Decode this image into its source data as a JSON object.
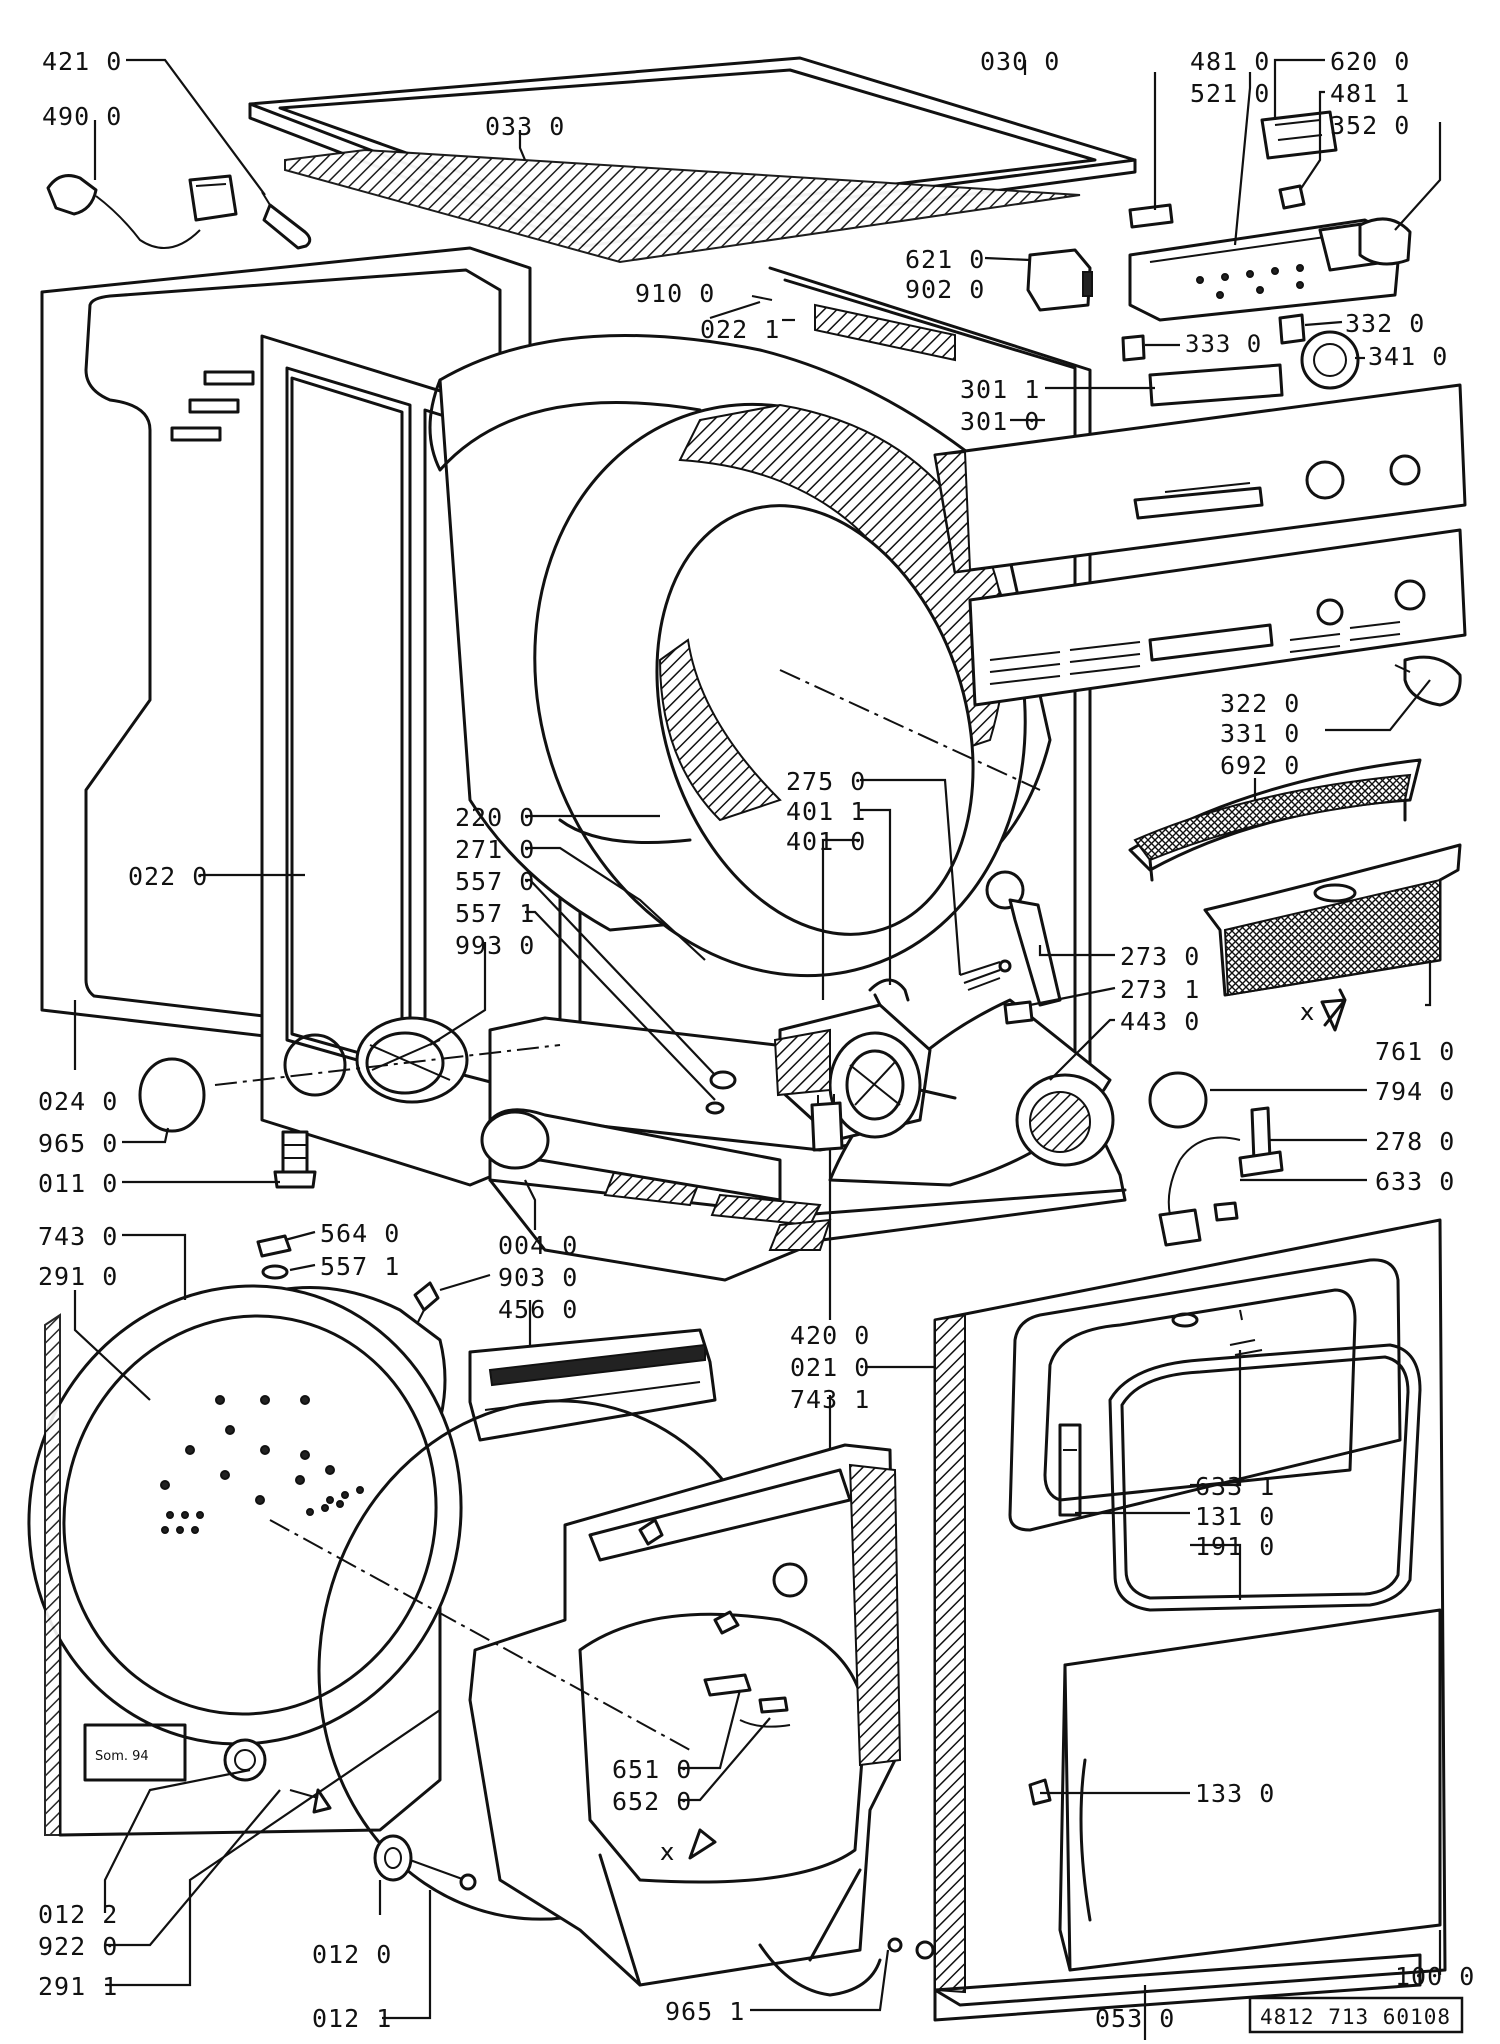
{
  "labels": [
    {
      "text": "421 0"
    },
    {
      "text": "490 0"
    },
    {
      "text": "033 0"
    },
    {
      "text": "030 0"
    },
    {
      "text": "481 0"
    },
    {
      "text": "521 0"
    },
    {
      "text": "620 0"
    },
    {
      "text": "481 1"
    },
    {
      "text": "352 0"
    },
    {
      "text": "621 0"
    },
    {
      "text": "902 0"
    },
    {
      "text": "910 0"
    },
    {
      "text": "022 1"
    },
    {
      "text": "332 0"
    },
    {
      "text": "333 0"
    },
    {
      "text": "341 0"
    },
    {
      "text": "301 1"
    },
    {
      "text": "301 0"
    },
    {
      "text": "322 0"
    },
    {
      "text": "331 0"
    },
    {
      "text": "692 0"
    },
    {
      "text": "275 0"
    },
    {
      "text": "401 1"
    },
    {
      "text": "401 0"
    },
    {
      "text": "220 0"
    },
    {
      "text": "271 0"
    },
    {
      "text": "557 0"
    },
    {
      "text": "557 1"
    },
    {
      "text": "993 0"
    },
    {
      "text": "022 0"
    },
    {
      "text": "273 0"
    },
    {
      "text": "273 1"
    },
    {
      "text": "443 0"
    },
    {
      "text": "761 0"
    },
    {
      "text": "794 0"
    },
    {
      "text": "278 0"
    },
    {
      "text": "633 0"
    },
    {
      "text": "024 0"
    },
    {
      "text": "965 0"
    },
    {
      "text": "011 0"
    },
    {
      "text": "743 0"
    },
    {
      "text": "291 0"
    },
    {
      "text": "564 0"
    },
    {
      "text": "557 1"
    },
    {
      "text": "004 0"
    },
    {
      "text": "903 0"
    },
    {
      "text": "456 0"
    },
    {
      "text": "420 0"
    },
    {
      "text": "021 0"
    },
    {
      "text": "743 1"
    },
    {
      "text": "633 1"
    },
    {
      "text": "131 0"
    },
    {
      "text": "191 0"
    },
    {
      "text": "651 0"
    },
    {
      "text": "652 0"
    },
    {
      "text": "133 0"
    },
    {
      "text": "012 2"
    },
    {
      "text": "922 0"
    },
    {
      "text": "291 1"
    },
    {
      "text": "012 0"
    },
    {
      "text": "012 1"
    },
    {
      "text": "965 1"
    },
    {
      "text": "053 0"
    },
    {
      "text": "100 0"
    }
  ],
  "reference_code": "4812 713 60108",
  "markers": {
    "x_left": "x",
    "x_right": "x"
  },
  "panel_note": "Som. 94"
}
